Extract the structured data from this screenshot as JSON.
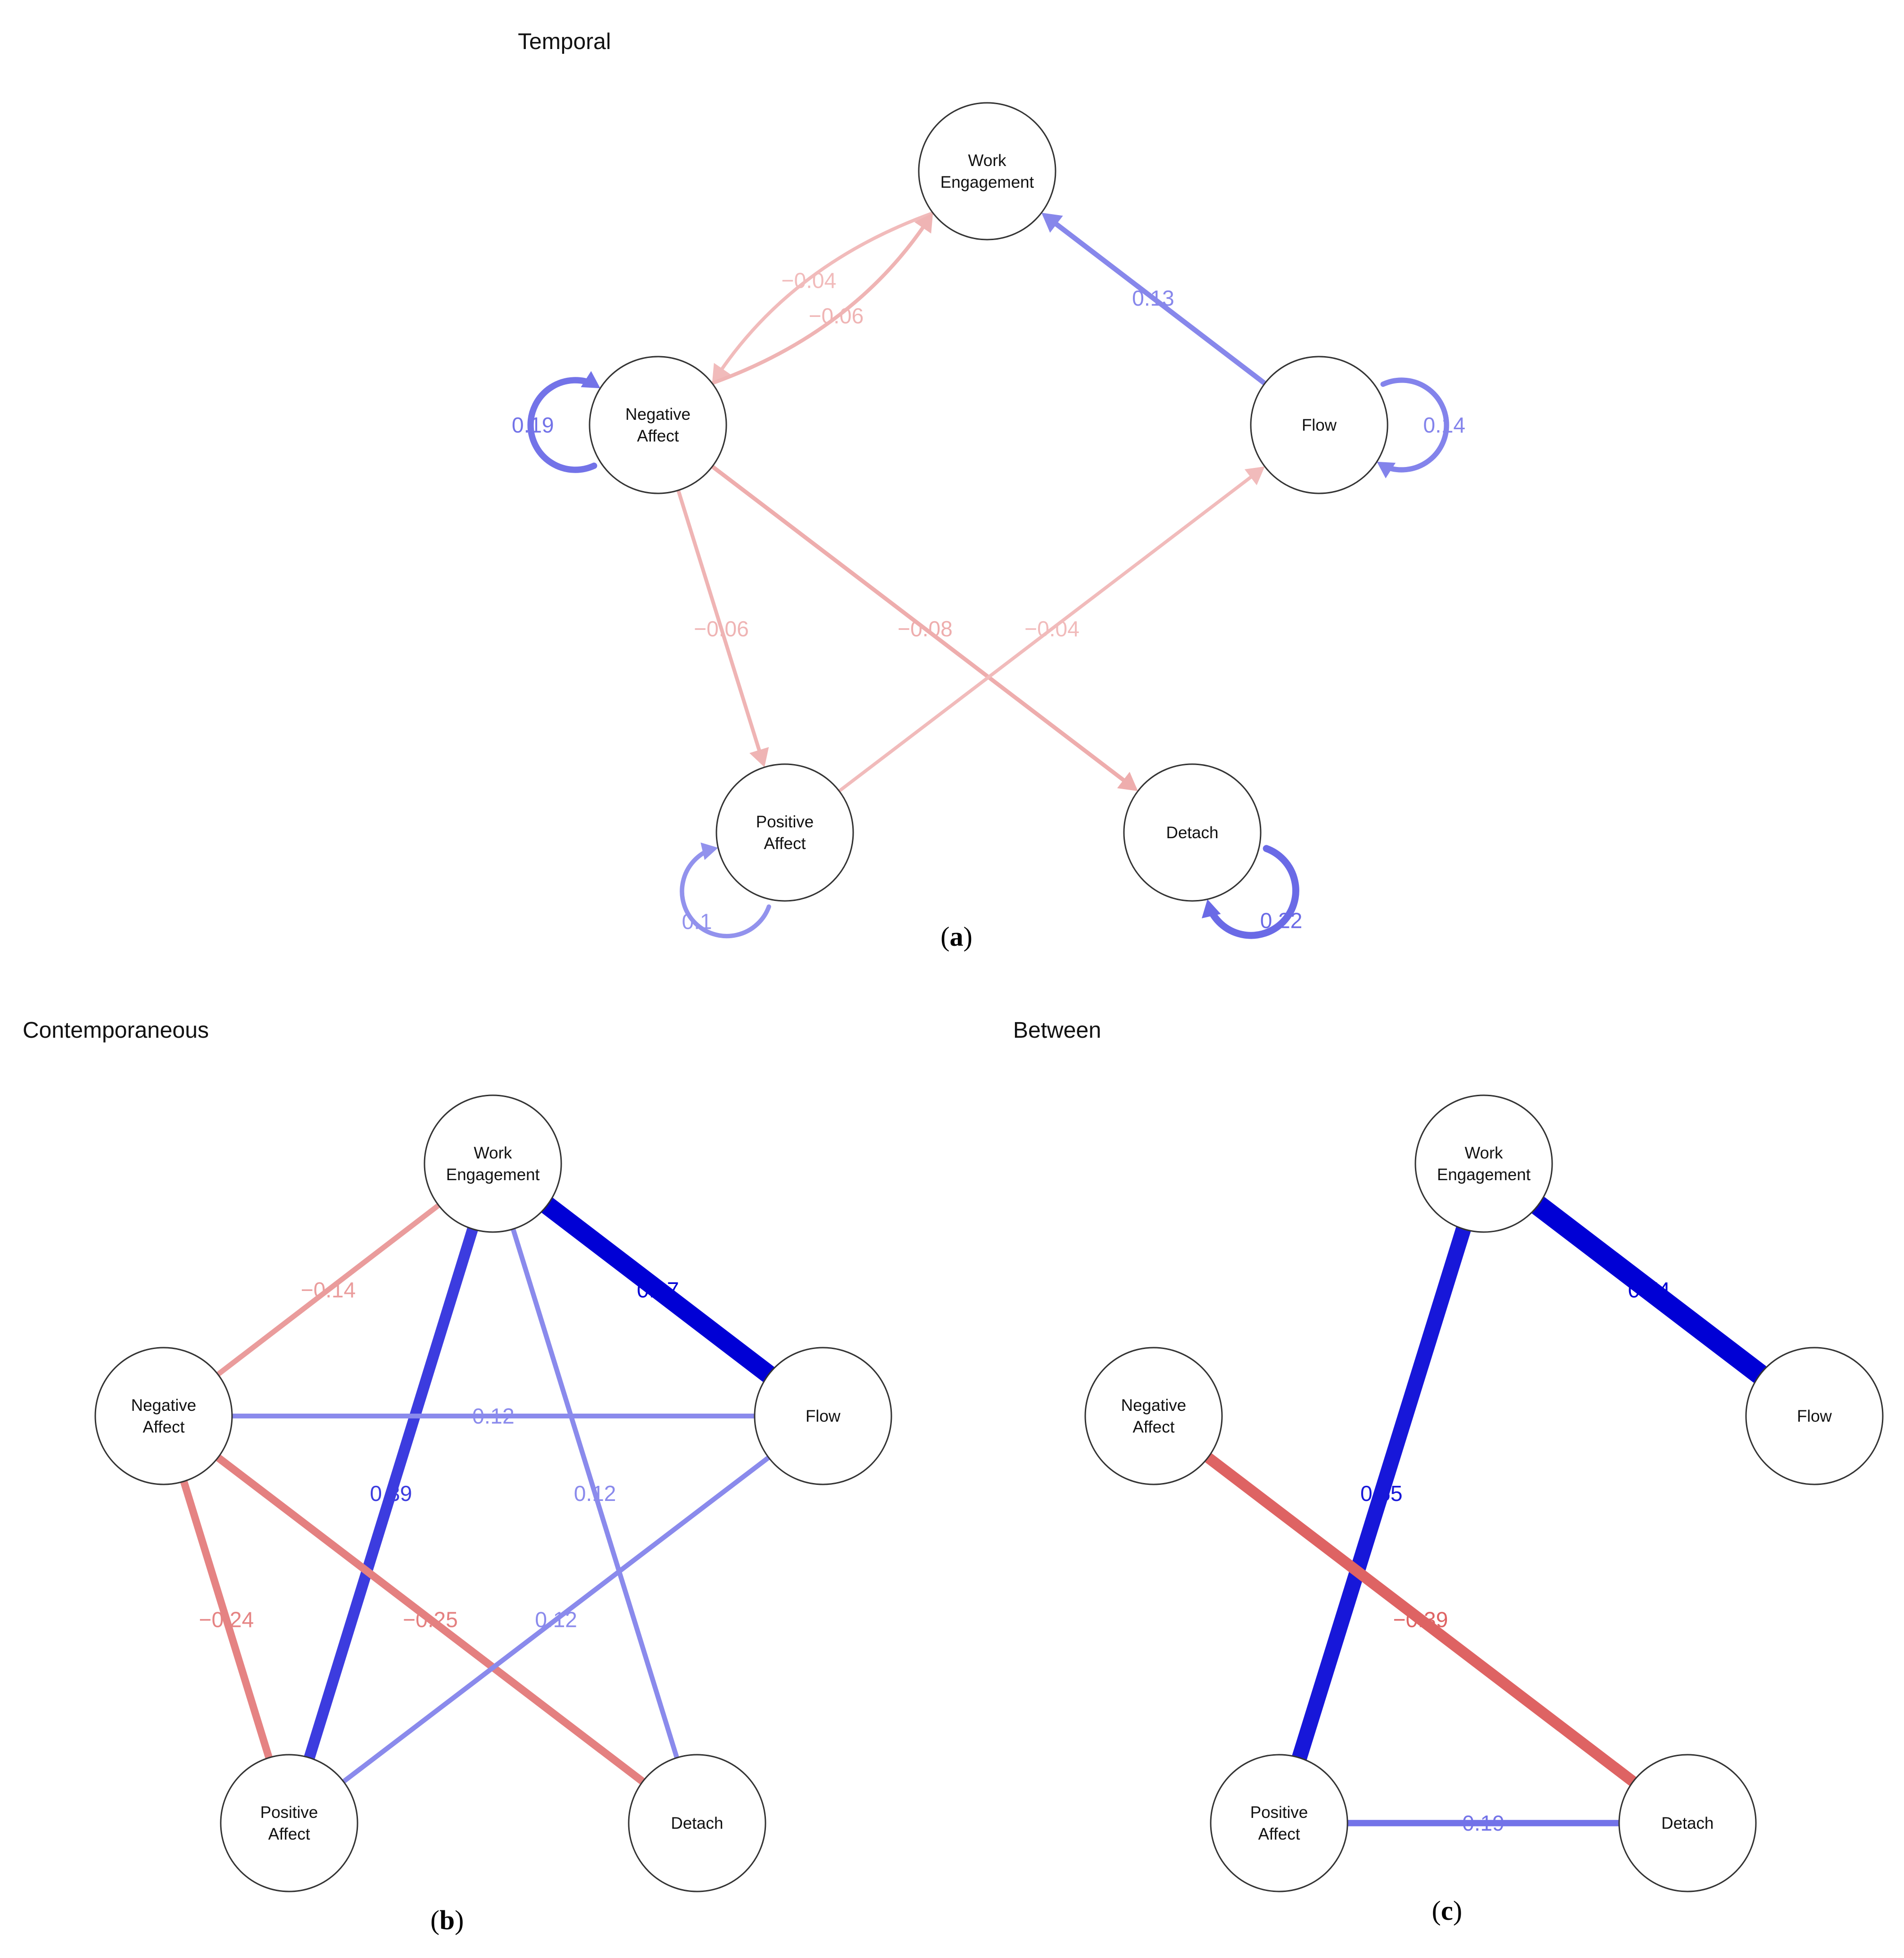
{
  "panels": [
    {
      "id": "a",
      "title": "Temporal",
      "caption": "a",
      "directed": true,
      "nodes": [
        {
          "id": "WE",
          "lines": [
            "Work",
            "Engagement"
          ]
        },
        {
          "id": "NA",
          "lines": [
            "Negative",
            "Affect"
          ]
        },
        {
          "id": "FL",
          "lines": [
            "Flow"
          ]
        },
        {
          "id": "PA",
          "lines": [
            "Positive",
            "Affect"
          ]
        },
        {
          "id": "DE",
          "lines": [
            "Detach"
          ]
        }
      ],
      "edges": [
        {
          "from": "WE",
          "to": "NA",
          "weight": -0.04,
          "label": "−0.04"
        },
        {
          "from": "NA",
          "to": "WE",
          "weight": -0.06,
          "label": "−0.06"
        },
        {
          "from": "FL",
          "to": "WE",
          "weight": 0.13,
          "label": "0.13"
        },
        {
          "from": "NA",
          "to": "NA",
          "weight": 0.19,
          "label": "0.19"
        },
        {
          "from": "FL",
          "to": "FL",
          "weight": 0.14,
          "label": "0.14"
        },
        {
          "from": "NA",
          "to": "PA",
          "weight": -0.06,
          "label": "−0.06"
        },
        {
          "from": "NA",
          "to": "DE",
          "weight": -0.08,
          "label": "−0.08"
        },
        {
          "from": "PA",
          "to": "FL",
          "weight": -0.04,
          "label": "−0.04"
        },
        {
          "from": "PA",
          "to": "PA",
          "weight": 0.1,
          "label": "0.1"
        },
        {
          "from": "DE",
          "to": "DE",
          "weight": 0.22,
          "label": "0.22"
        }
      ]
    },
    {
      "id": "b",
      "title": "Contemporaneous",
      "caption": "b",
      "directed": false,
      "nodes": [
        {
          "id": "WE",
          "lines": [
            "Work",
            "Engagement"
          ]
        },
        {
          "id": "NA",
          "lines": [
            "Negative",
            "Affect"
          ]
        },
        {
          "id": "FL",
          "lines": [
            "Flow"
          ]
        },
        {
          "id": "PA",
          "lines": [
            "Positive",
            "Affect"
          ]
        },
        {
          "id": "DE",
          "lines": [
            "Detach"
          ]
        }
      ],
      "edges": [
        {
          "from": "WE",
          "to": "NA",
          "weight": -0.14,
          "label": "−0.14"
        },
        {
          "from": "WE",
          "to": "FL",
          "weight": 0.67,
          "label": "0.67"
        },
        {
          "from": "WE",
          "to": "PA",
          "weight": 0.39,
          "label": "0.39"
        },
        {
          "from": "WE",
          "to": "DE",
          "weight": 0.12,
          "label": "0.12"
        },
        {
          "from": "NA",
          "to": "FL",
          "weight": 0.12,
          "label": "0.12"
        },
        {
          "from": "NA",
          "to": "PA",
          "weight": -0.24,
          "label": "−0.24"
        },
        {
          "from": "NA",
          "to": "DE",
          "weight": -0.25,
          "label": "−0.25"
        },
        {
          "from": "FL",
          "to": "PA",
          "weight": 0.12,
          "label": "0.12"
        }
      ]
    },
    {
      "id": "c",
      "title": "Between",
      "caption": "c",
      "directed": false,
      "nodes": [
        {
          "id": "WE",
          "lines": [
            "Work",
            "Engagement"
          ]
        },
        {
          "id": "NA",
          "lines": [
            "Negative",
            "Affect"
          ]
        },
        {
          "id": "FL",
          "lines": [
            "Flow"
          ]
        },
        {
          "id": "PA",
          "lines": [
            "Positive",
            "Affect"
          ]
        },
        {
          "id": "DE",
          "lines": [
            "Detach"
          ]
        }
      ],
      "edges": [
        {
          "from": "WE",
          "to": "FL",
          "weight": 0.74,
          "label": "0.74"
        },
        {
          "from": "WE",
          "to": "PA",
          "weight": 0.55,
          "label": "0.55"
        },
        {
          "from": "NA",
          "to": "DE",
          "weight": -0.39,
          "label": "−0.39"
        },
        {
          "from": "PA",
          "to": "DE",
          "weight": 0.19,
          "label": "0.19"
        }
      ]
    }
  ],
  "colors": {
    "positive": "#0000d5",
    "negative": "#d43232",
    "node_fill": "#ffffff",
    "node_stroke": "#333333"
  }
}
